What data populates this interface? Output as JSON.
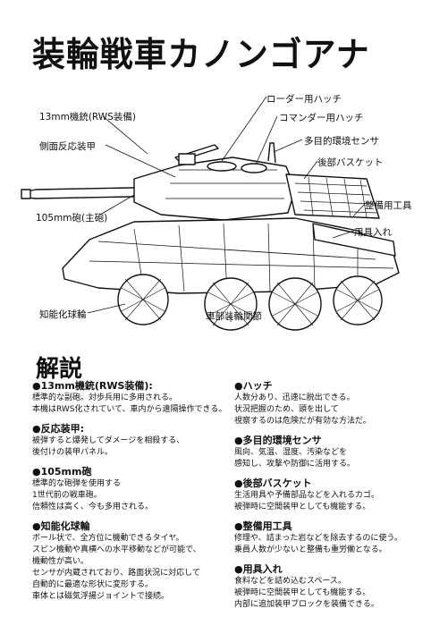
{
  "title": "装輪戦車カノンゴアナ",
  "labels": {
    "mg": "13mm機銃(RWS装備)",
    "side_armor": "側面反応装甲",
    "cannon": "105mm砲(主砲)",
    "wheel": "知能化球輪",
    "loader_hatch": "ローダー用ハッチ",
    "commander_hatch": "コマンダー用ハッチ",
    "sensor": "多目的環境センサ",
    "basket": "後部バスケット",
    "tools": "整備用工具",
    "box": "用具入れ",
    "joint": "車部装輪関節"
  },
  "section_heading": "解説",
  "left_items": [
    {
      "heading": "●13mm機銃(RWS装備):",
      "lines": [
        "標準的な副砲。対歩兵用に多用される。",
        "本機はRWS化されていて、車内から遠隔操作できる。"
      ]
    },
    {
      "heading": "●反応装甲:",
      "lines": [
        "被弾すると爆発してダメージを相殺する、",
        "後付けの装甲パネル。"
      ]
    },
    {
      "heading": "●105mm砲",
      "lines": [
        "標準的な砲弾を使用する",
        "1世代前の戦車砲。",
        "信頼性は高く、今も多用される。"
      ]
    },
    {
      "heading": "●知能化球輪",
      "lines": [
        "ボール状で、全方位に機動できるタイヤ。",
        "スピン機動や真横への水平移動などが可能で、",
        "機動性が高い。",
        "センサが内蔵されており、路面状況に対応して",
        "自動的に最適な形状に変形する。",
        "車体とは磁気浮揚ジョイントで接続。"
      ]
    }
  ],
  "right_items": [
    {
      "heading": "●ハッチ",
      "lines": [
        "人数分あり、迅速に脱出できる。",
        "状況把握のため、頭を出して",
        "視察するのは危険だが有効な方法だ。"
      ]
    },
    {
      "heading": "●多目的環境センサ",
      "lines": [
        "風向、気温、湿度、汚染などを",
        "感知し、攻撃や防御に活用する。"
      ]
    },
    {
      "heading": "●後部バスケット",
      "lines": [
        "生活用具や予備部品などを入れるカゴ。",
        "被弾時に空間装甲としても機能する。"
      ]
    },
    {
      "heading": "●整備用工具",
      "lines": [
        "修理や、詰まった岩などを除去するのに使う。",
        "乗員人数が少ないと整備も重労働となる。"
      ]
    },
    {
      "heading": "●用具入れ",
      "lines": [
        "食料などを詰め込むスペース。",
        "被弾時に空間装甲としても機能する。",
        "内部に追加装甲ブロックを装備できる。"
      ]
    }
  ]
}
